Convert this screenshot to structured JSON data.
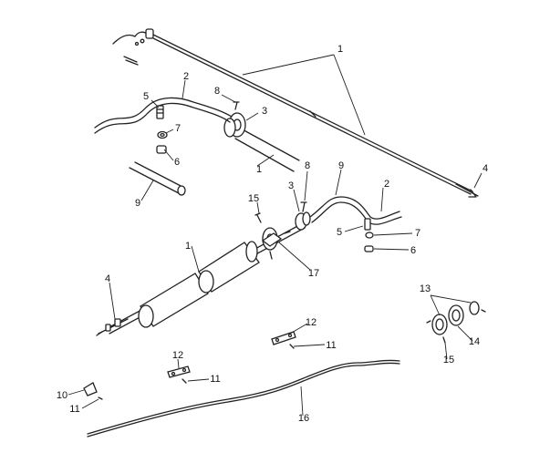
{
  "callouts": [
    {
      "label": "1"
    },
    {
      "label": "1"
    },
    {
      "label": "1"
    },
    {
      "label": "2"
    },
    {
      "label": "2"
    },
    {
      "label": "3"
    },
    {
      "label": "3"
    },
    {
      "label": "4"
    },
    {
      "label": "4"
    },
    {
      "label": "5"
    },
    {
      "label": "5"
    },
    {
      "label": "6"
    },
    {
      "label": "6"
    },
    {
      "label": "7"
    },
    {
      "label": "7"
    },
    {
      "label": "8"
    },
    {
      "label": "8"
    },
    {
      "label": "9"
    },
    {
      "label": "9"
    },
    {
      "label": "10"
    },
    {
      "label": "11"
    },
    {
      "label": "11"
    },
    {
      "label": "11"
    },
    {
      "label": "12"
    },
    {
      "label": "12"
    },
    {
      "label": "13"
    },
    {
      "label": "14"
    },
    {
      "label": "15"
    },
    {
      "label": "15"
    },
    {
      "label": "16"
    },
    {
      "label": "17"
    }
  ],
  "colors": {
    "line": "#222222",
    "background": "#ffffff"
  }
}
